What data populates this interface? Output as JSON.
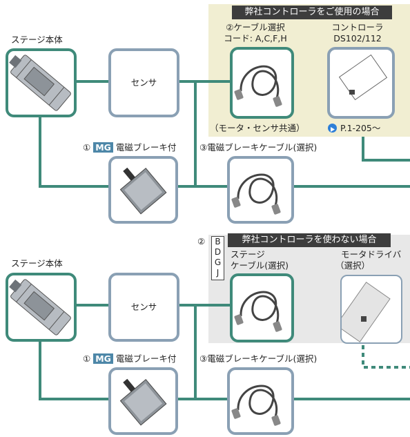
{
  "colors": {
    "teal_line": "#3f8a7a",
    "gray_border": "#8aa0b4",
    "cream_panel": "#f1eed2",
    "gray_panel": "#e8e8e8",
    "header_bg": "#3d3d3d",
    "mg_badge": "#4d87a8",
    "link_arrow": "#2d7fd8"
  },
  "top": {
    "panel_title": "弊社コントローラをご使用の場合",
    "stage_label": "ステージ本体",
    "sensor_label": "センサ",
    "cable_select_title": "②ケーブル選択",
    "cable_codes": "コード: A,C,F,H",
    "controller_title": "コントローラ",
    "controller_model": "DS102/112",
    "shared_note": "（モータ・センサ共通）",
    "page_ref": "P.1-205～",
    "brake_prefix": "①",
    "brake_badge": "MG",
    "brake_label": "電磁ブレーキ付",
    "brake_cable_label": "③電磁ブレーキケーブル(選択)"
  },
  "bottom": {
    "panel_title": "弊社コントローラを使わない場合",
    "panel_number": "②",
    "codes": [
      "B",
      "D",
      "G",
      "J"
    ],
    "stage_label": "ステージ本体",
    "sensor_label": "センサ",
    "stage_cable_line1": "ステージ",
    "stage_cable_line2": "ケーブル(選択)",
    "driver_line1": "モータドライバ",
    "driver_line2": "（選択）",
    "brake_prefix": "①",
    "brake_badge": "MG",
    "brake_label": "電磁ブレーキ付",
    "brake_cable_label": "③電磁ブレーキケーブル(選択)"
  }
}
